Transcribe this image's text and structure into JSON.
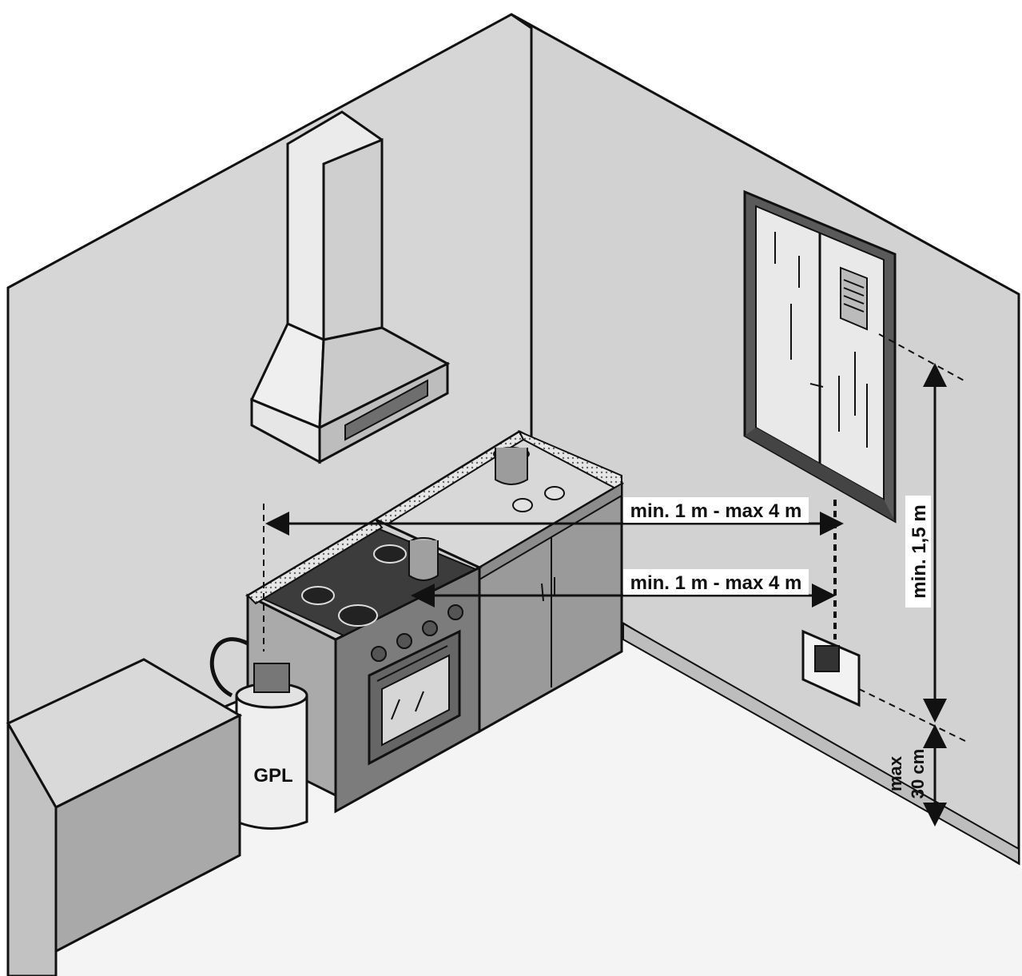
{
  "labels": {
    "horizontal_upper": "min. 1 m - max 4 m",
    "horizontal_lower": "min. 1 m - max 4 m",
    "vertical_upper": "min. 1,5 m",
    "vertical_lower_line1": "max",
    "vertical_lower_line2": "30 cm",
    "gas_cylinder": "GPL"
  },
  "colors": {
    "wall": "#d6d6d6",
    "floor": "#f4f4f4",
    "appliance": "#8a8a8a",
    "countertop": "#cfcfcf",
    "line": "#111111"
  },
  "icons": {
    "detector": "gas-detector-icon",
    "window_vent": "vent-grille-icon"
  }
}
